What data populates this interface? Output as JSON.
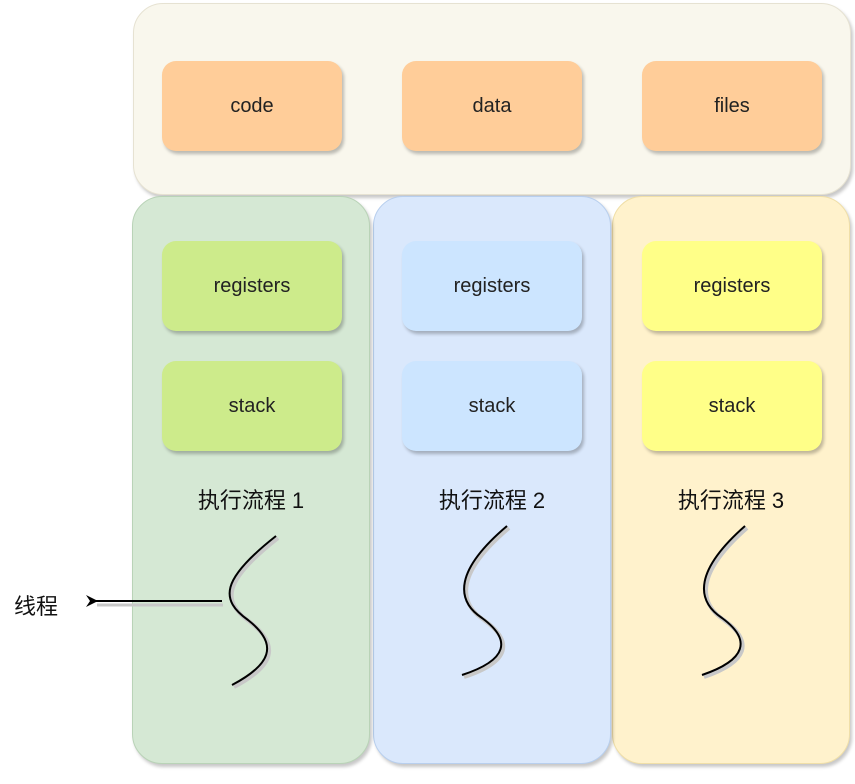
{
  "shared_resources": {
    "items": [
      "code",
      "data",
      "files"
    ],
    "fill_color": "#ffcd99",
    "panel_color": "#f9f7ed"
  },
  "threads": [
    {
      "label": "执行流程 1",
      "registers": "registers",
      "stack": "stack",
      "panel_color": "#d5e8d4",
      "box_color": "#cdeb8b"
    },
    {
      "label": "执行流程 2",
      "registers": "registers",
      "stack": "stack",
      "panel_color": "#dae8fc",
      "box_color": "#cce5ff"
    },
    {
      "label": "执行流程 3",
      "registers": "registers",
      "stack": "stack",
      "panel_color": "#fff2cc",
      "box_color": "#ffff88"
    }
  ],
  "annotation": {
    "label": "线程",
    "arrow_direction": "left"
  },
  "icons": {
    "thread_symbol": "squiggle-thread-icon"
  }
}
